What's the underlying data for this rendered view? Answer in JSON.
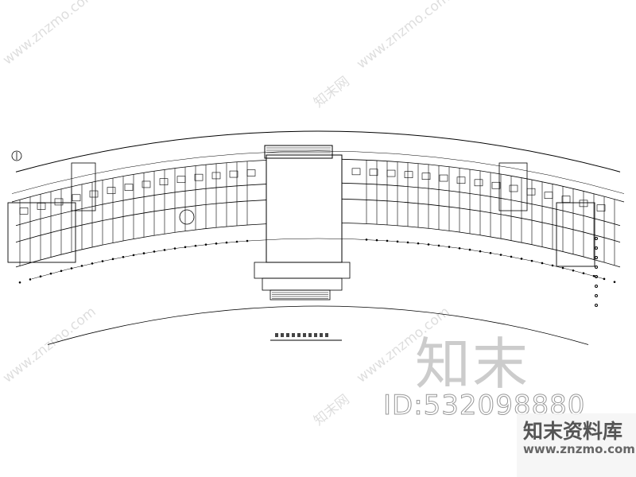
{
  "drawing": {
    "line_color": "#000000",
    "north_marker": "north-arrow"
  },
  "watermarks": {
    "site": "www.znzmo.com",
    "logo_text": "知末网",
    "big_text": "知末",
    "id_text": "ID:532098880"
  },
  "brand": {
    "name": "知末资料库",
    "url": "www.znzmo.com"
  }
}
